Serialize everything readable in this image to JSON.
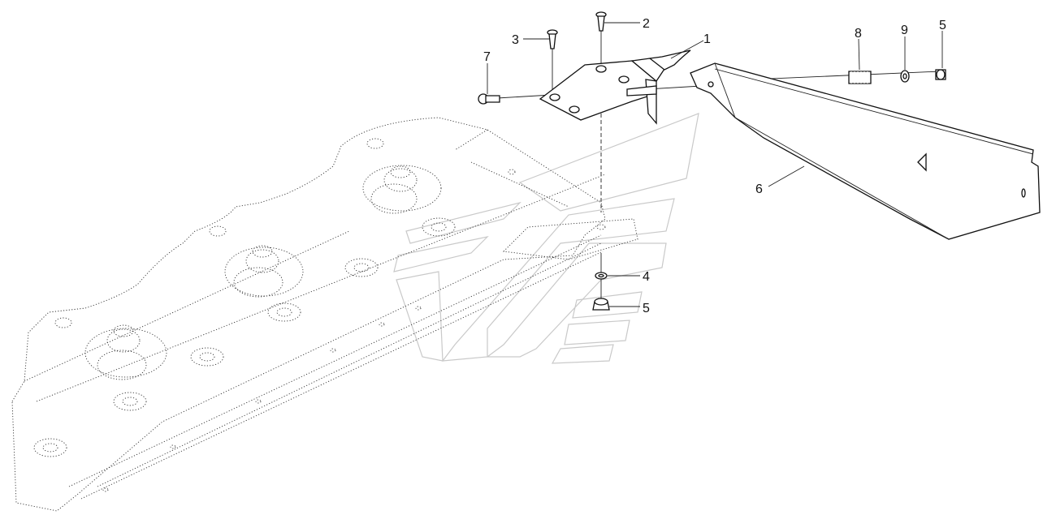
{
  "diagram": {
    "callouts": [
      {
        "id": "callout-1",
        "label": "1"
      },
      {
        "id": "callout-2",
        "label": "2"
      },
      {
        "id": "callout-3",
        "label": "3"
      },
      {
        "id": "callout-4",
        "label": "4"
      },
      {
        "id": "callout-5-top",
        "label": "5"
      },
      {
        "id": "callout-5-bottom",
        "label": "5"
      },
      {
        "id": "callout-6",
        "label": "6"
      },
      {
        "id": "callout-7",
        "label": "7"
      },
      {
        "id": "callout-8",
        "label": "8"
      },
      {
        "id": "callout-9",
        "label": "9"
      }
    ],
    "parts": [
      "mounting-bracket",
      "countersunk-screw",
      "countersunk-screw",
      "washer",
      "lock-nut",
      "swath-board",
      "carriage-bolt",
      "spring",
      "washer"
    ]
  }
}
